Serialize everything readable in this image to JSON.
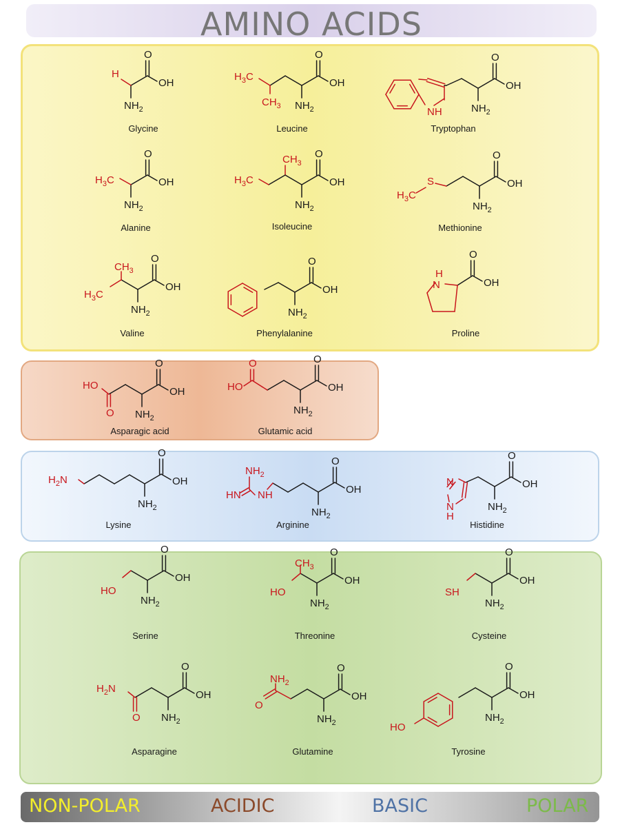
{
  "title": "AMINO ACIDS",
  "colors": {
    "bond": "#1a1a1a",
    "sidechain": "#c8161d",
    "nonpolar": "#f3ee2c",
    "acidic": "#8b4a2b",
    "basic": "#4f72a5",
    "polar": "#7cba4a"
  },
  "groups": [
    "NON-POLAR",
    "ACIDIC",
    "BASIC",
    "POLAR"
  ],
  "amino_acids": {
    "glycine": "Glycine",
    "leucine": "Leucine",
    "tryptophan": "Tryptophan",
    "alanine": "Alanine",
    "isoleucine": "Isoleucine",
    "methionine": "Methionine",
    "valine": "Valine",
    "phenylalanine": "Phenylalanine",
    "proline": "Proline",
    "aspartic": "Asparagic acid",
    "glutamic": "Glutamic acid",
    "lysine": "Lysine",
    "arginine": "Arginine",
    "histidine": "Histidine",
    "serine": "Serine",
    "threonine": "Threonine",
    "cysteine": "Cysteine",
    "asparagine": "Asparagine",
    "glutamine": "Glutamine",
    "tyrosine": "Tyrosine"
  },
  "atom_labels": {
    "H": "H",
    "O": "O",
    "OH": "OH",
    "HO": "HO",
    "NH2": "NH",
    "H2N": "H",
    "N": "N",
    "NH": "NH",
    "CH3": "CH",
    "H3C": "H",
    "S": "S",
    "SH": "SH",
    "HN": "HN",
    "C": "C",
    "sub2": "2",
    "sub3": "3"
  }
}
